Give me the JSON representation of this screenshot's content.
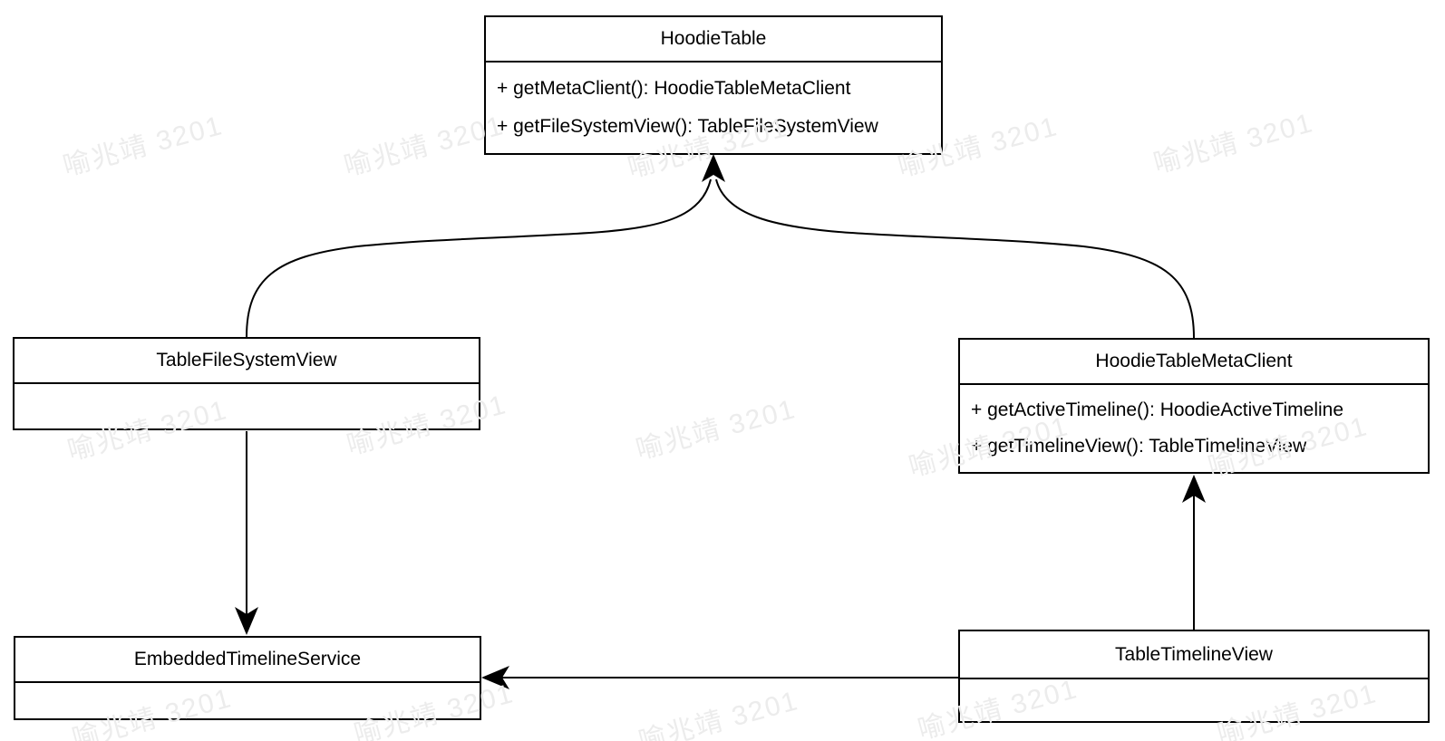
{
  "watermark": {
    "text": "喻兆靖 3201",
    "color": "#ececec"
  },
  "colors": {
    "line": "#000000",
    "box_fill": "#ffffff",
    "background": "#ffffff"
  },
  "classes": [
    {
      "name": "HoodieTable",
      "methods": [
        "+ getMetaClient(): HoodieTableMetaClient",
        "+ getFileSystemView(): TableFileSystemView"
      ]
    },
    {
      "name": "TableFileSystemView",
      "methods": []
    },
    {
      "name": "HoodieTableMetaClient",
      "methods": [
        "+ getActiveTimeline(): HoodieActiveTimeline",
        "+ getTimelineView(): TableTimelineView"
      ]
    },
    {
      "name": "EmbeddedTimelineService",
      "methods": []
    },
    {
      "name": "TableTimelineView",
      "methods": []
    }
  ],
  "relations": [
    {
      "from": "TableFileSystemView",
      "to": "HoodieTable"
    },
    {
      "from": "HoodieTableMetaClient",
      "to": "HoodieTable"
    },
    {
      "from": "TableFileSystemView",
      "to": "EmbeddedTimelineService"
    },
    {
      "from": "TableTimelineView",
      "to": "HoodieTableMetaClient"
    },
    {
      "from": "TableTimelineView",
      "to": "EmbeddedTimelineService"
    }
  ]
}
